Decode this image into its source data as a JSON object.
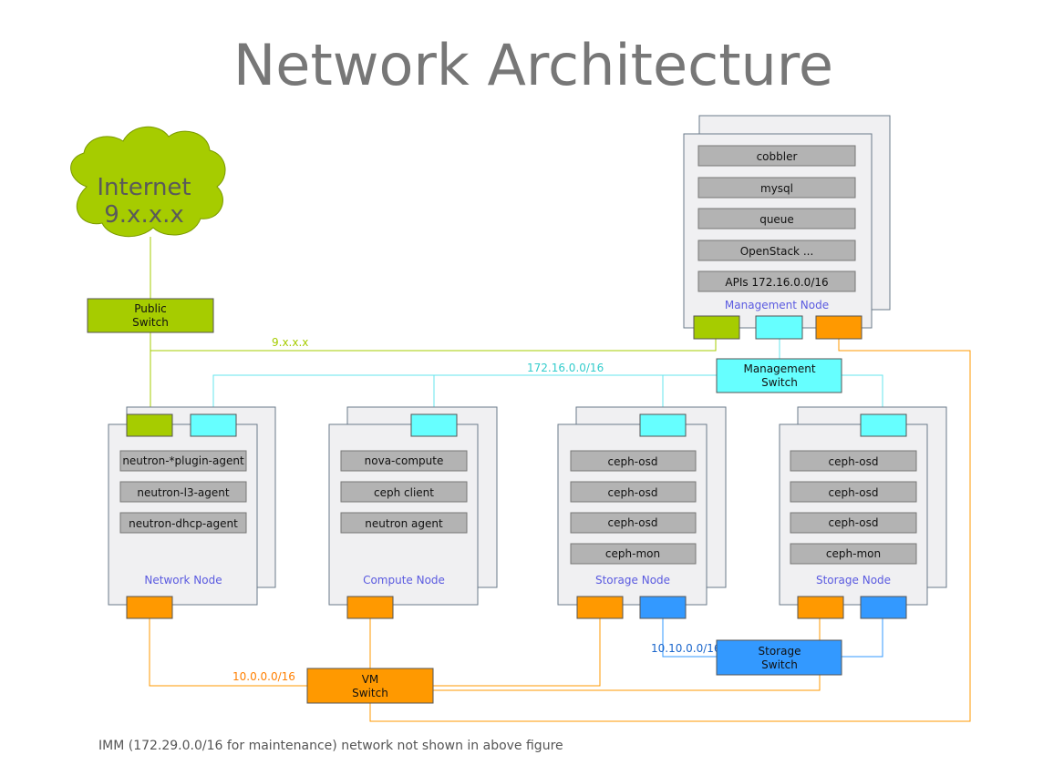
{
  "title": "Network Architecture",
  "internet": {
    "line1": "Internet",
    "line2": "9.x.x.x"
  },
  "colors": {
    "public": "#a6cc00",
    "management": "#66ffff",
    "vm": "#ff9900",
    "storage": "#3399ff",
    "node_fill": "#f0f0f2",
    "service_fill": "#b3b3b3",
    "line_public": "#a6cc00",
    "line_management": "#66e6ee",
    "line_vm": "#ff9900",
    "line_storage": "#3399ff"
  },
  "switches": {
    "public": {
      "line1": "Public",
      "line2": "Switch"
    },
    "management": {
      "line1": "Management",
      "line2": "Switch"
    },
    "vm": {
      "line1": "VM",
      "line2": "Switch"
    },
    "storage": {
      "line1": "Storage",
      "line2": "Switch"
    }
  },
  "networks": {
    "public": "9.x.x.x",
    "management": "172.16.0.0/16",
    "vm": "10.0.0.0/16",
    "storage": "10.10.0.0/16"
  },
  "nodes": {
    "management": {
      "label": "Management Node",
      "services": [
        "cobbler",
        "mysql",
        "queue",
        "OpenStack ...",
        "APIs 172.16.0.0/16"
      ]
    },
    "network": {
      "label": "Network Node",
      "services": [
        "neutron-*plugin-agent",
        "neutron-l3-agent",
        "neutron-dhcp-agent"
      ]
    },
    "compute": {
      "label": "Compute Node",
      "services": [
        "nova-compute",
        "ceph client",
        "neutron agent"
      ]
    },
    "storage1": {
      "label": "Storage Node",
      "services": [
        "ceph-osd",
        "ceph-osd",
        "ceph-osd",
        "ceph-mon"
      ]
    },
    "storage2": {
      "label": "Storage Node",
      "services": [
        "ceph-osd",
        "ceph-osd",
        "ceph-osd",
        "ceph-mon"
      ]
    }
  },
  "footnote": "IMM (172.29.0.0/16 for maintenance) network not shown in above figure"
}
